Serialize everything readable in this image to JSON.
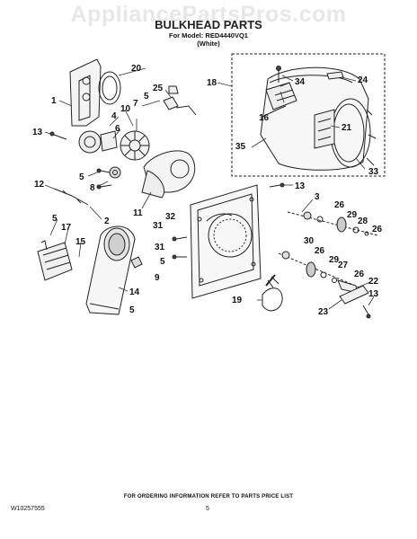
{
  "watermark": "AppliancePartsPros.com",
  "header": {
    "title": "BULKHEAD PARTS",
    "model_line": "For Model: RED4440VQ1",
    "color_line": "(White)"
  },
  "callouts": [
    {
      "id": "c1",
      "label": "1"
    },
    {
      "id": "c2",
      "label": "2"
    },
    {
      "id": "c3",
      "label": "3"
    },
    {
      "id": "c4",
      "label": "4"
    },
    {
      "id": "c5a",
      "label": "5"
    },
    {
      "id": "c5b",
      "label": "5"
    },
    {
      "id": "c5c",
      "label": "5"
    },
    {
      "id": "c5d",
      "label": "5"
    },
    {
      "id": "c5e",
      "label": "5"
    },
    {
      "id": "c6",
      "label": "6"
    },
    {
      "id": "c7",
      "label": "7"
    },
    {
      "id": "c8",
      "label": "8"
    },
    {
      "id": "c9",
      "label": "9"
    },
    {
      "id": "c10",
      "label": "10"
    },
    {
      "id": "c11",
      "label": "11"
    },
    {
      "id": "c12",
      "label": "12"
    },
    {
      "id": "c13a",
      "label": "13"
    },
    {
      "id": "c13b",
      "label": "13"
    },
    {
      "id": "c13c",
      "label": "13"
    },
    {
      "id": "c14",
      "label": "14"
    },
    {
      "id": "c15",
      "label": "15"
    },
    {
      "id": "c16",
      "label": "16"
    },
    {
      "id": "c17",
      "label": "17"
    },
    {
      "id": "c18",
      "label": "18"
    },
    {
      "id": "c19",
      "label": "19"
    },
    {
      "id": "c20",
      "label": "20"
    },
    {
      "id": "c21",
      "label": "21"
    },
    {
      "id": "c22",
      "label": "22"
    },
    {
      "id": "c23",
      "label": "23"
    },
    {
      "id": "c24",
      "label": "24"
    },
    {
      "id": "c25",
      "label": "25"
    },
    {
      "id": "c26a",
      "label": "26"
    },
    {
      "id": "c26b",
      "label": "26"
    },
    {
      "id": "c26c",
      "label": "26"
    },
    {
      "id": "c26d",
      "label": "26"
    },
    {
      "id": "c27",
      "label": "27"
    },
    {
      "id": "c28",
      "label": "28"
    },
    {
      "id": "c29a",
      "label": "29"
    },
    {
      "id": "c29b",
      "label": "29"
    },
    {
      "id": "c30",
      "label": "30"
    },
    {
      "id": "c31a",
      "label": "31"
    },
    {
      "id": "c31b",
      "label": "31"
    },
    {
      "id": "c32",
      "label": "32"
    },
    {
      "id": "c33",
      "label": "33"
    },
    {
      "id": "c34",
      "label": "34"
    },
    {
      "id": "c35",
      "label": "35"
    }
  ],
  "footer": {
    "note": "FOR ORDERING INFORMATION REFER TO PARTS PRICE LIST",
    "doc_number": "W10257555",
    "page_number": "5"
  }
}
